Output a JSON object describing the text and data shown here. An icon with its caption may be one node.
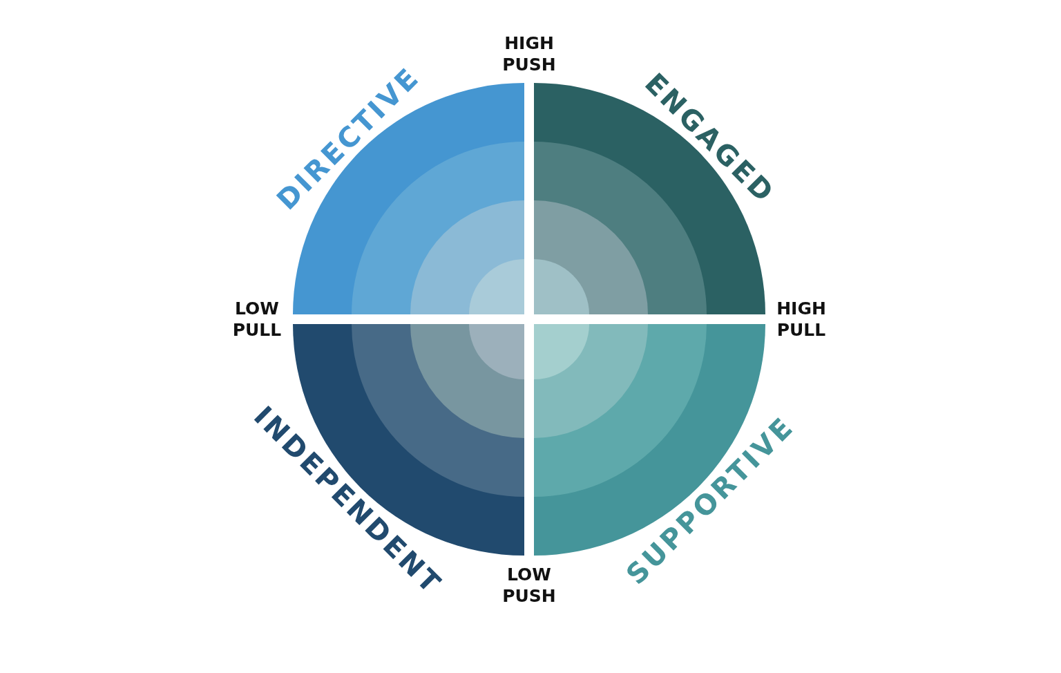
{
  "diagram": {
    "nodes": [
      {
        "text": [
          "DIRECTIVE"
        ]
      },
      {
        "text": [
          "ENGAGED"
        ]
      },
      {
        "text": [
          "INDEPENDENT"
        ]
      },
      {
        "text": [
          "SUPPORTIVE"
        ]
      }
    ],
    "labels": [
      "HIGH PUSH",
      "LOW PULL",
      "HIGH PULL",
      "LOW PUSH"
    ]
  }
}
